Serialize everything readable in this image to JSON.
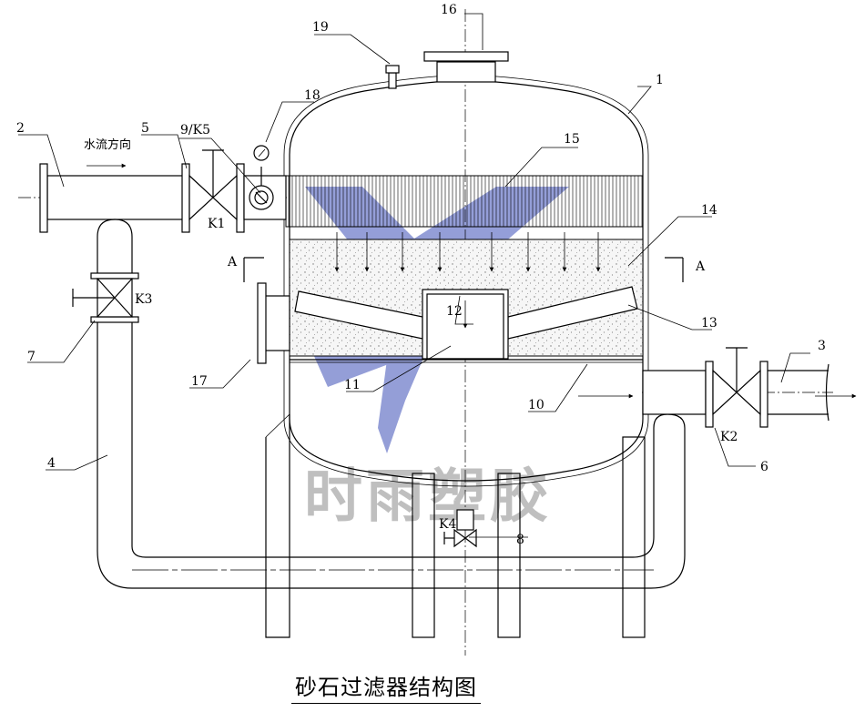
{
  "title": "砂石过滤器结构图",
  "flow_label": "水流方向",
  "watermark": "时雨塑胶",
  "section_mark": "A",
  "part_labels": [
    "1",
    "2",
    "3",
    "4",
    "5",
    "6",
    "7",
    "8",
    "9/K5",
    "10",
    "11",
    "12",
    "13",
    "14",
    "15",
    "16",
    "17",
    "18",
    "19"
  ],
  "valve_labels": [
    "K1",
    "K2",
    "K3",
    "K4"
  ],
  "colors": {
    "line": "#000000",
    "watermark_blue": "#3d4fb8",
    "watermark_gray": "#8c8c8c",
    "sand": "#f4f4f4"
  }
}
